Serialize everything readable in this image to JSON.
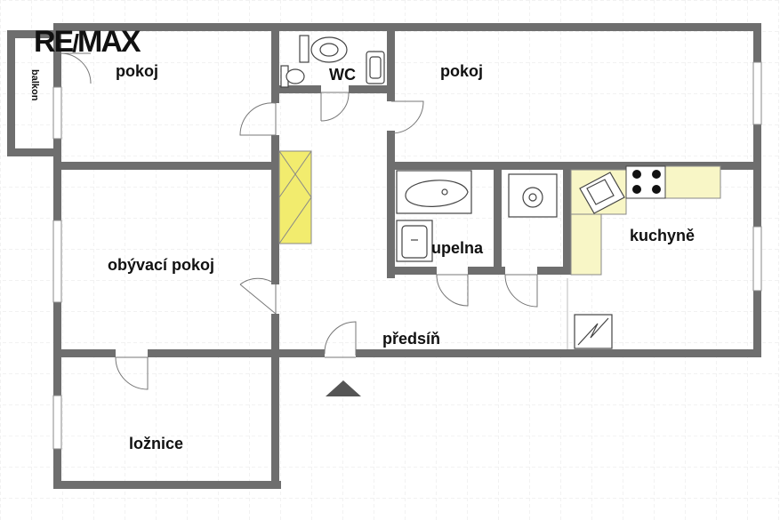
{
  "brand": {
    "logo_text": "RE/MAX"
  },
  "rooms": {
    "pokoj_left": "pokoj",
    "wc": "WC",
    "pokoj_right": "pokoj",
    "balkon": "balkon",
    "obyvaci_pokoj": "obývací pokoj",
    "koupelna": "upelna",
    "kuchyne": "kuchyně",
    "predsin": "předsíň",
    "loznice": "ložnice"
  },
  "colors": {
    "wall": "#6e6e6e",
    "grid": "#e3e3e3",
    "wardrobe": "#f2ec6e",
    "counter": "#f8f6c6",
    "arrow": "#555555"
  },
  "icons": {
    "entrance": "entrance-arrow-icon",
    "toilet": "toilet-icon",
    "sink": "sink-icon",
    "bathtub": "bathtub-icon",
    "stove": "stove-icon",
    "washer": "washing-machine-icon",
    "electric_panel": "electric-panel-icon"
  }
}
